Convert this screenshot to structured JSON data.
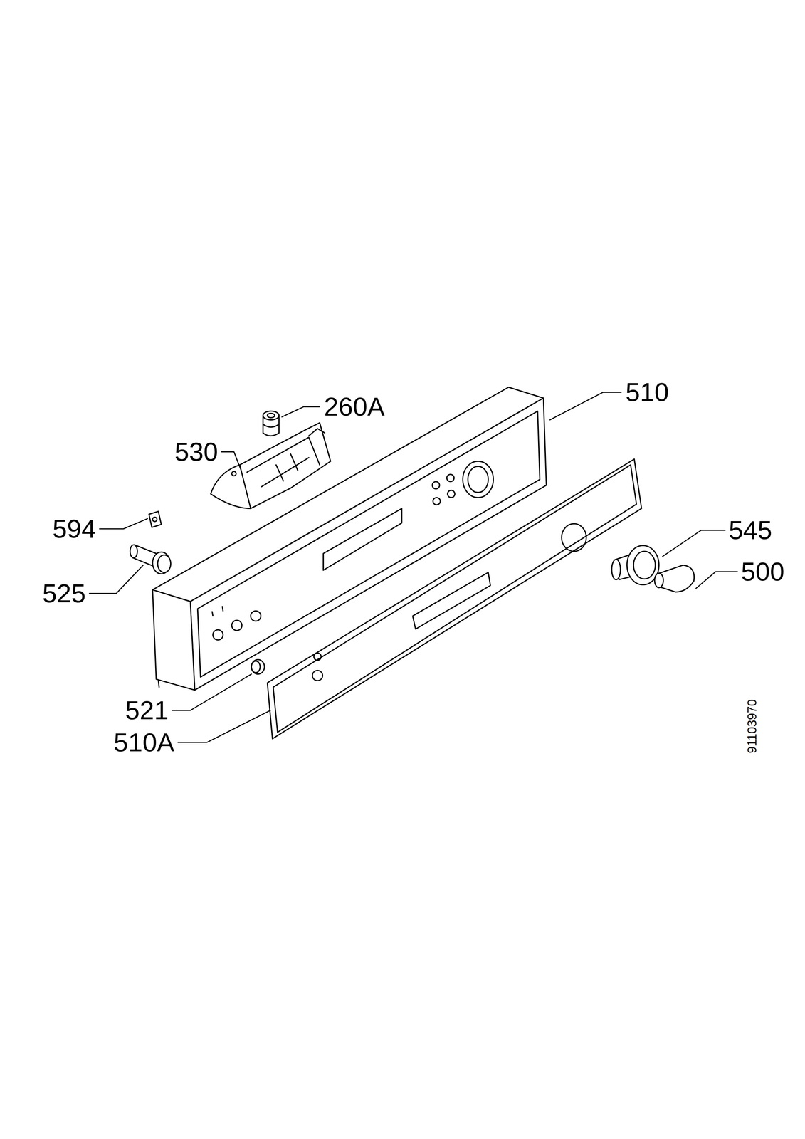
{
  "diagram": {
    "labels": [
      "510",
      "260A",
      "530",
      "594",
      "525",
      "545",
      "500",
      "521",
      "510A",
      "91103970"
    ]
  }
}
